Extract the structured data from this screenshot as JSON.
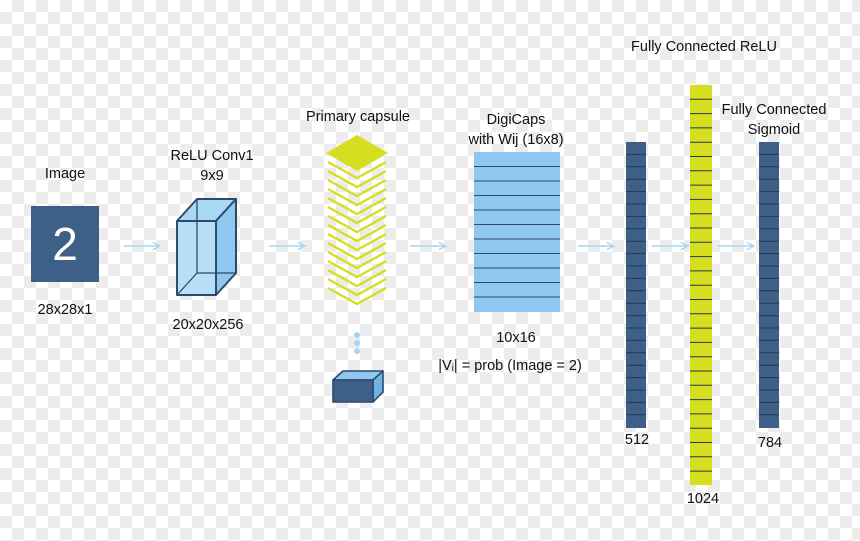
{
  "colors": {
    "dark_blue": "#3e6088",
    "light_blue": "#8ec8ee",
    "yellow_green": "#d6df1f",
    "arrow": "#a9d5f0",
    "dot": "#a9d5f0"
  },
  "input": {
    "label": "Image",
    "digit": "2",
    "size": "28x28x1"
  },
  "conv1": {
    "title_line1": "ReLU Conv1",
    "title_line2": "9x9",
    "size": "20x20x256"
  },
  "primary": {
    "title": "Primary capsule"
  },
  "digicaps": {
    "title_line1": "DigiCaps",
    "title_line2": "with Wij (16x8)",
    "size": "10x16",
    "formula": "|Vᵢ| = prob (Image = 2)"
  },
  "fc512": {
    "size": "512"
  },
  "fc1024": {
    "title": "Fully Connected ReLU",
    "size": "1024"
  },
  "fc784": {
    "title_line1": "Fully Connected",
    "title_line2": "Sigmoid",
    "size": "784"
  },
  "icons": [
    "arrow-right-icon",
    "cuboid-icon",
    "chevron-stack-icon",
    "ellipsis-vertical-icon"
  ]
}
